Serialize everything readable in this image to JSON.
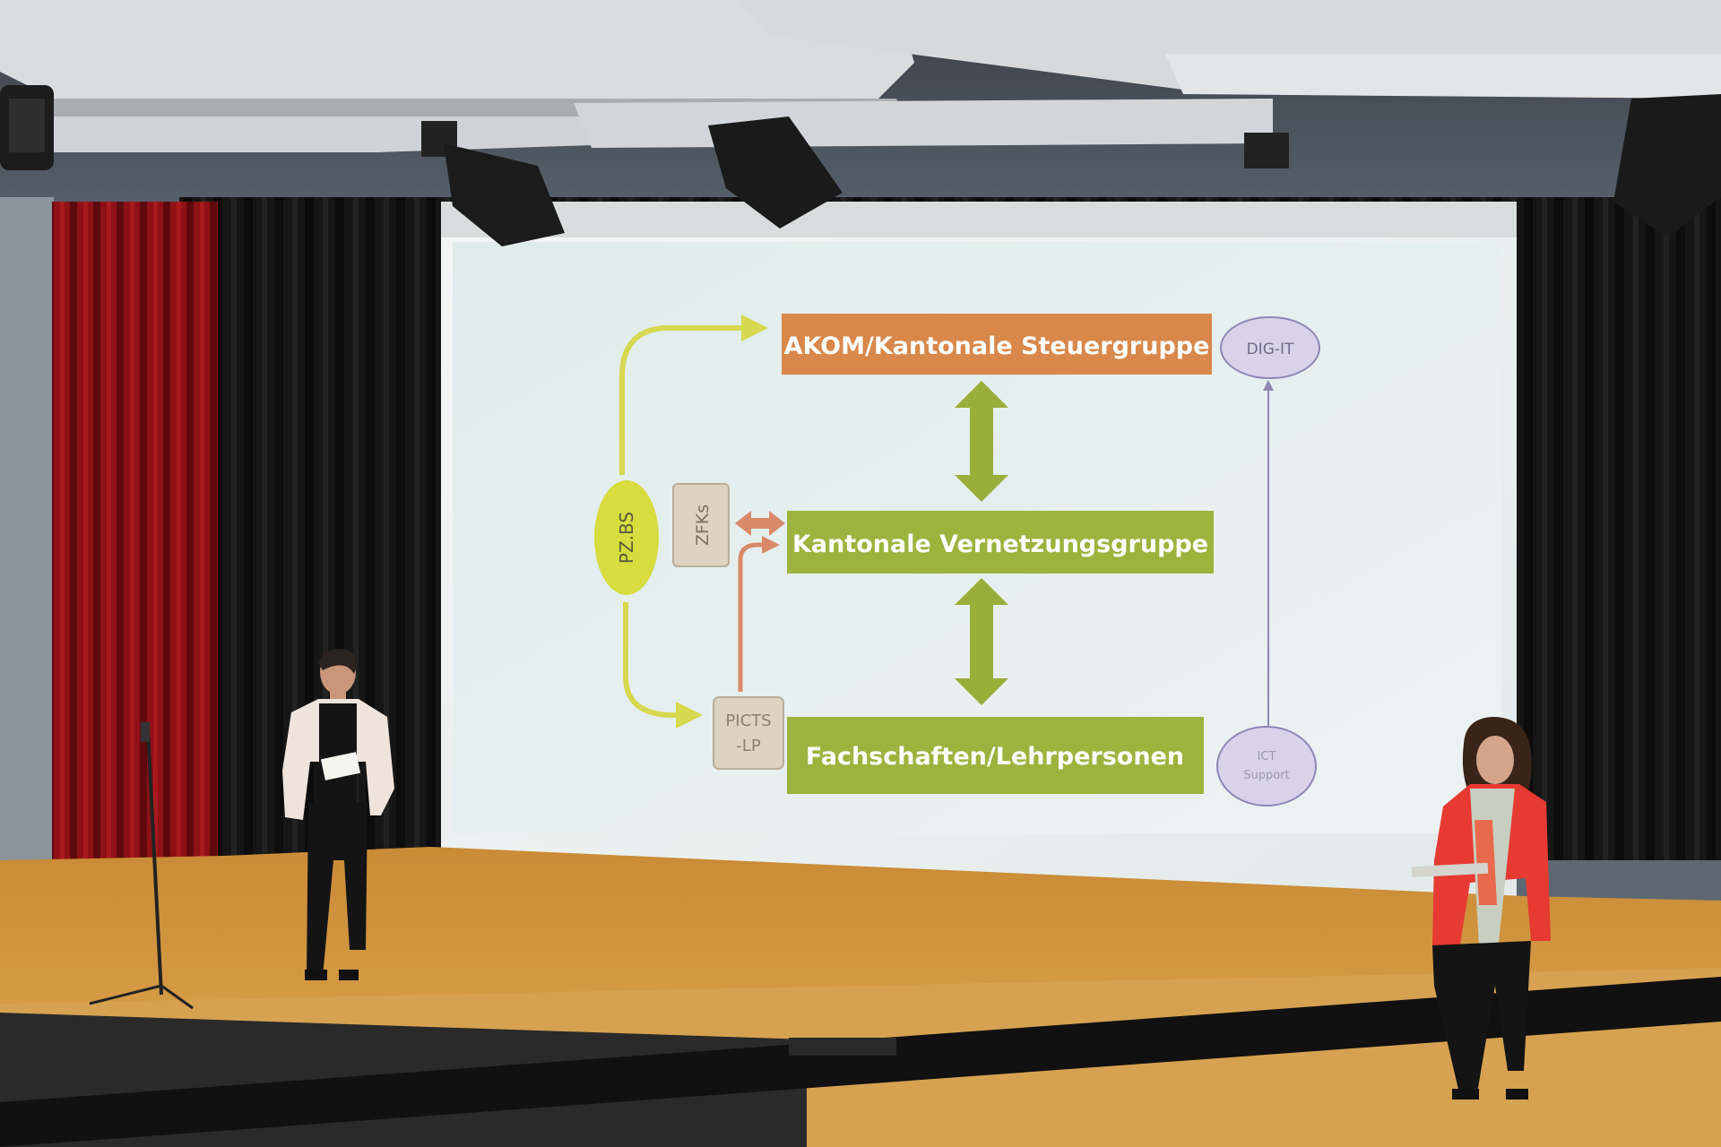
{
  "slide": {
    "box_top": "AKOM/Kantonale Steuergruppe",
    "box_middle": "Kantonale Vernetzungsgruppe",
    "box_bottom": "Fachschaften/Lehrpersonen",
    "oval_left": "PZ.BS",
    "side_box_zfks": "ZFKs",
    "side_box_picts_line1": "PICTS",
    "side_box_picts_line2": "-LP",
    "oval_top_right": "DIG-IT",
    "oval_bottom_right_line1": "ICT",
    "oval_bottom_right_line2": "Support"
  },
  "colors": {
    "orange_box": "#d9874a",
    "green_box": "#9cb33e",
    "arrow_green": "#9aae3a",
    "arrow_yellow": "#d6d84f",
    "arrow_salmon": "#d8896a",
    "oval_yellow": "#d7dc3f",
    "tan_box": "#dcd3c2",
    "lavender_oval": "#d8d2ea",
    "slide_bg": "#e6eff0",
    "stage_floor": "#d79a44",
    "curtain_red": "#8c1015",
    "curtain_black": "#141414",
    "jacket_red": "#e63a32"
  }
}
